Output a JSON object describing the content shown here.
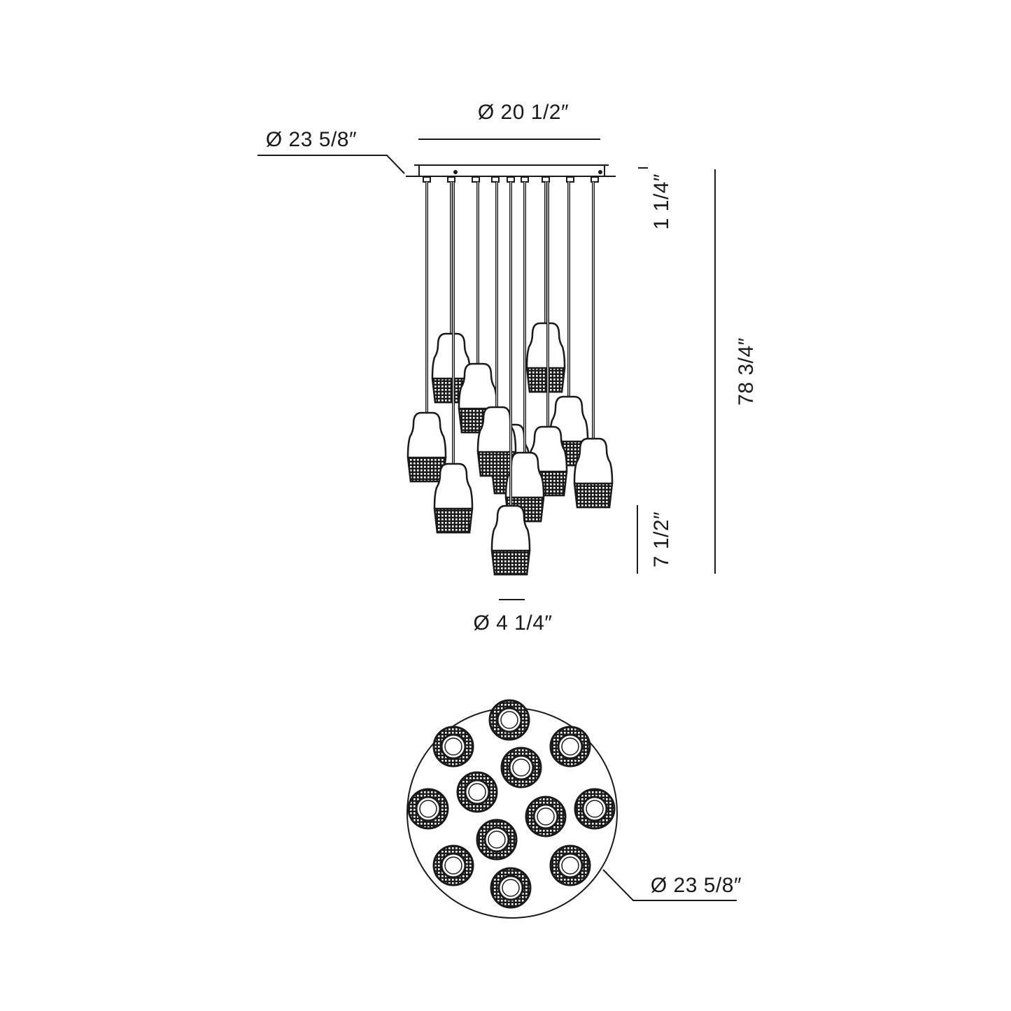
{
  "dimensions": {
    "canopy_width": "Ø 20 1/2″",
    "canopy_diameter": "Ø 23 5/8″",
    "canopy_height": "1 1/4″",
    "overall_height": "78 3/4″",
    "shade_height": "7 1/2″",
    "shade_diameter": "Ø 4 1/4″",
    "bottom_view_diameter": "Ø 23 5/8″"
  },
  "fixture": {
    "pendant_count": 12
  },
  "colors": {
    "line": "#1a1a1a",
    "background": "#ffffff"
  }
}
